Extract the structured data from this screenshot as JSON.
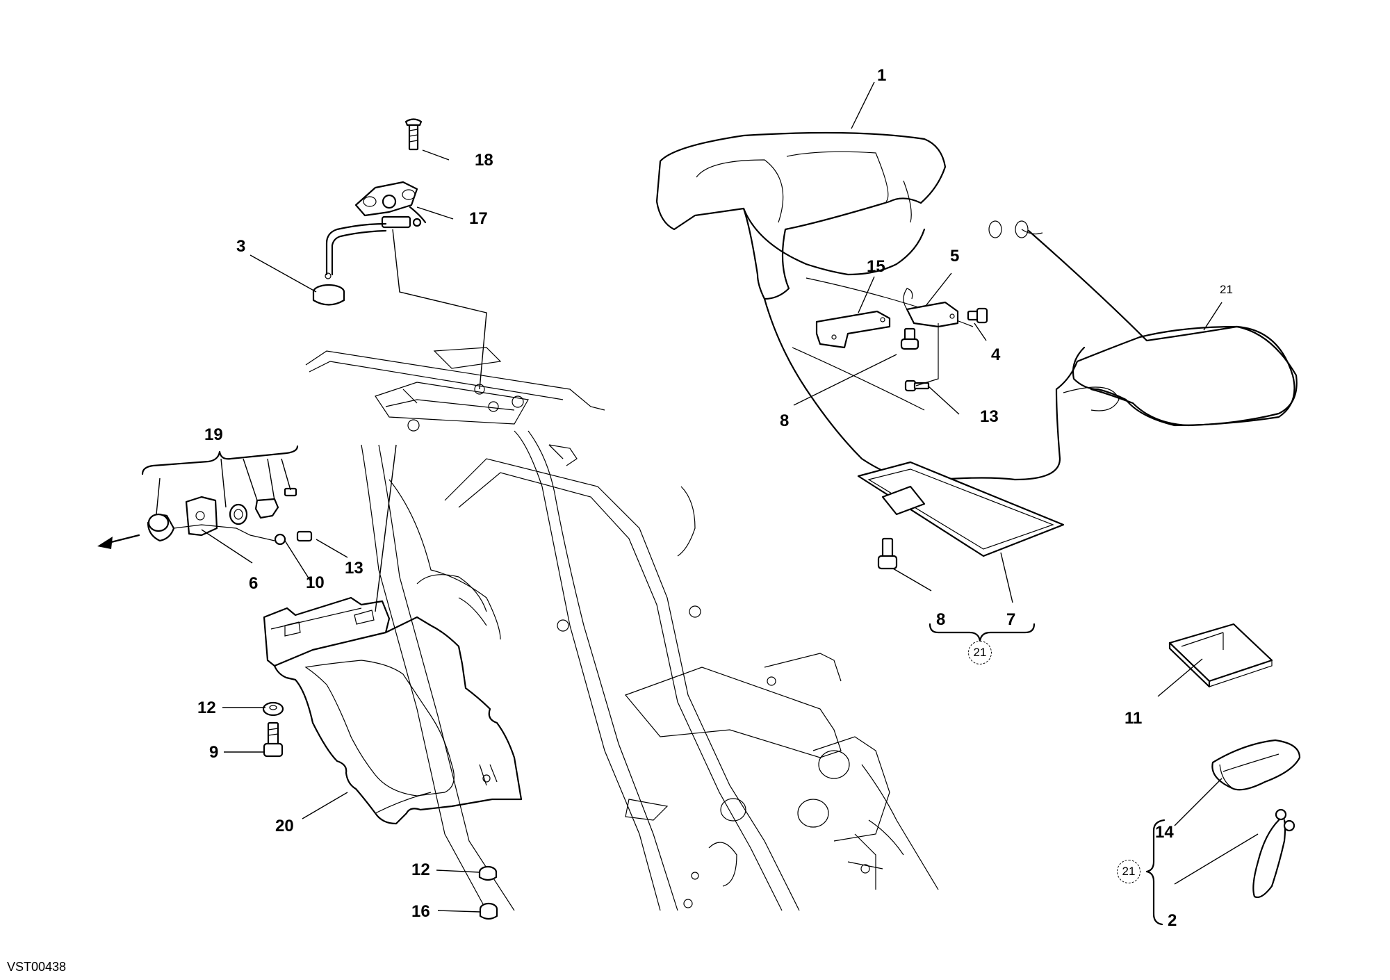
{
  "drawing": {
    "code": "VST00438",
    "callouts": {
      "c1": "1",
      "c2": "2",
      "c3": "3",
      "c4": "4",
      "c5": "5",
      "c6": "6",
      "c7": "7",
      "c8a": "8",
      "c8b": "8",
      "c9": "9",
      "c10": "10",
      "c11": "11",
      "c12a": "12",
      "c12b": "12",
      "c13a": "13",
      "c13b": "13",
      "c14": "14",
      "c15": "15",
      "c16": "16",
      "c17": "17",
      "c18": "18",
      "c19": "19",
      "c20": "20",
      "c21": "21"
    },
    "kit_refs": {
      "k1": "21",
      "k2": "21"
    }
  }
}
